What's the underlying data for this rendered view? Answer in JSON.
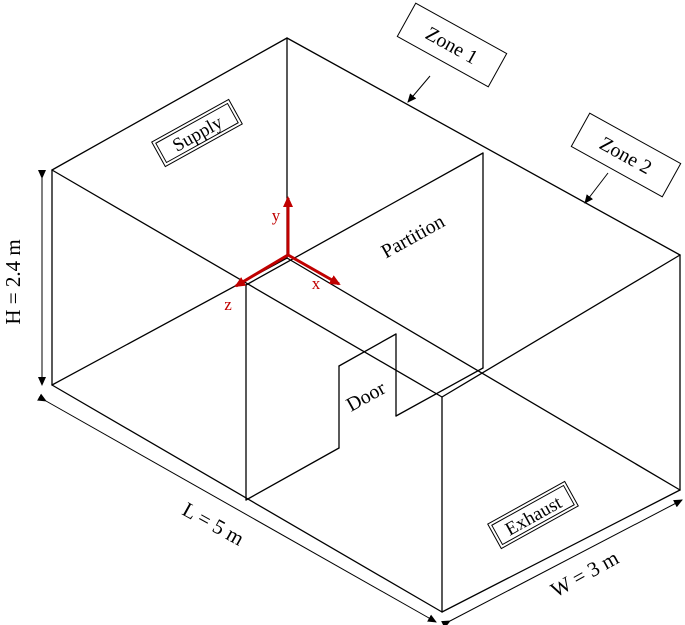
{
  "labels": {
    "zone1": "Zone 1",
    "zone2": "Zone 2",
    "supply": "Supply",
    "exhaust": "Exhaust",
    "partition": "Partition",
    "door": "Door",
    "height": "H = 2.4 m",
    "length": "L = 5 m",
    "width": "W = 3 m"
  },
  "axes": {
    "x": "x",
    "y": "y",
    "z": "z"
  },
  "colors": {
    "axis": "#c00000",
    "lines": "#000000"
  }
}
